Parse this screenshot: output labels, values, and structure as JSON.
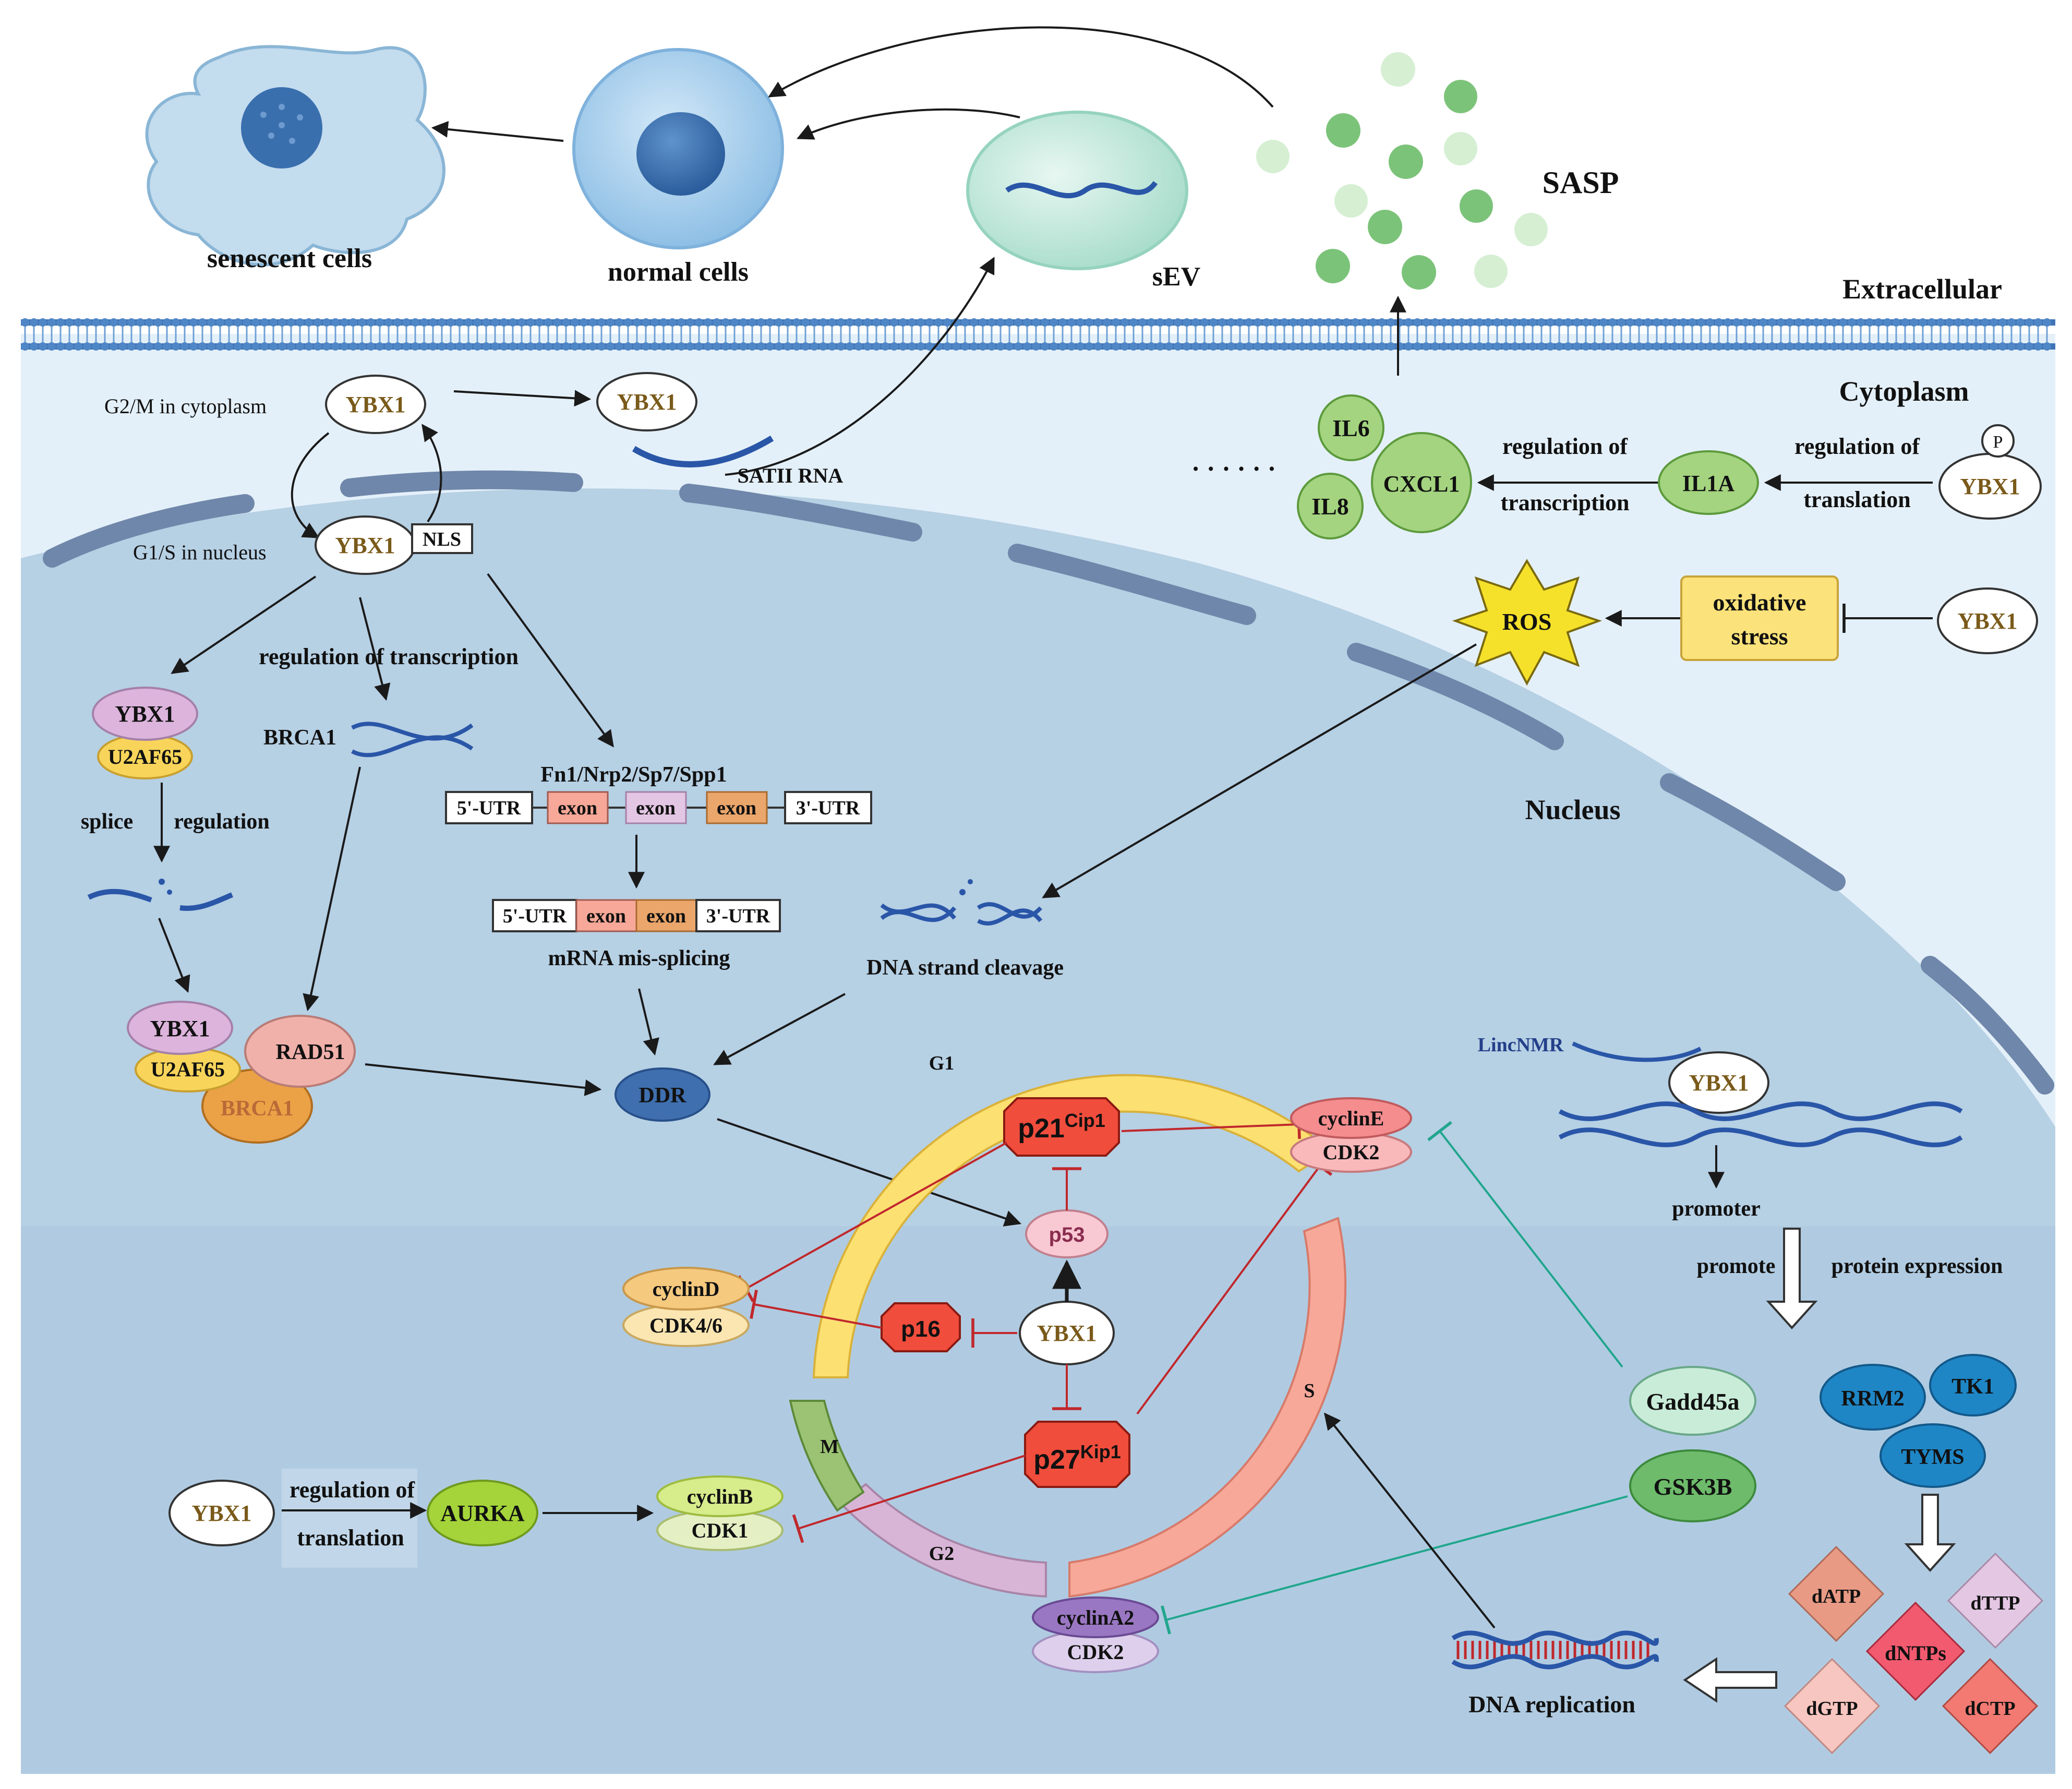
{
  "regions": {
    "extracellular": "Extracellular",
    "cytoplasm": "Cytoplasm",
    "nucleus": "Nucleus"
  },
  "cells": {
    "senescent": "senescent cells",
    "normal": "normal cells",
    "sev": "sEV",
    "sasp": "SASP"
  },
  "cytoplasm": {
    "g2m_label": "G2/M in cytoplasm",
    "ybx1": "YBX1",
    "ybx1_sev": "YBX1",
    "satii": "SATII RNA",
    "il6": "IL6",
    "il8": "IL8",
    "cxcl1": "CXCL1",
    "il1a": "IL1A",
    "dots": "· · · · · ·",
    "reg_transcription_1": "regulation of",
    "reg_transcription_2": "transcription",
    "reg_translation_1": "regulation of",
    "reg_translation_2": "translation",
    "ybx1_p": "YBX1",
    "p_badge": "P",
    "ros": "ROS",
    "oxidative_1": "oxidative",
    "oxidative_2": "stress",
    "ybx1_ox": "YBX1"
  },
  "nucleus": {
    "g1s_label": "G1/S in nucleus",
    "ybx1": "YBX1",
    "nls": "NLS",
    "reg_transcription": "regulation of transcription",
    "ybx1_splice": "YBX1",
    "u2af65": "U2AF65",
    "splice": "splice",
    "regulation": "regulation",
    "brca1_label": "BRCA1",
    "genes": "Fn1/Nrp2/Sp7/Spp1",
    "utr5": "5'-UTR",
    "exon1": "exon",
    "exon2": "exon",
    "exon3": "exon",
    "utr3": "3'-UTR",
    "utr5b": "5'-UTR",
    "exon4": "exon",
    "exon5": "exon",
    "utr3b": "3'-UTR",
    "missplicing": "mRNA mis-splicing",
    "dna_cleavage": "DNA strand cleavage",
    "complex_ybx1": "YBX1",
    "complex_u2af65": "U2AF65",
    "complex_rad51": "RAD51",
    "complex_brca1": "BRCA1",
    "ddr": "DDR"
  },
  "cycle": {
    "g1": "G1",
    "s": "S",
    "g2": "G2",
    "m": "M",
    "p21": "p21",
    "p21_sup": "Cip1",
    "p27": "p27",
    "p27_sup": "Kip1",
    "p53": "p53",
    "p16": "p16",
    "ybx1": "YBX1",
    "cyclinE": "cyclinE",
    "cdk2_e": "CDK2",
    "cyclinD": "cyclinD",
    "cdk46": "CDK4/6",
    "cyclinB": "cyclinB",
    "cdk1": "CDK1",
    "cyclinA2": "cyclinA2",
    "cdk2_a": "CDK2",
    "ybx1_aurka": "YBX1",
    "reg_translation_1": "regulation of",
    "reg_translation_2": "translation",
    "aurka": "AURKA"
  },
  "right": {
    "lincnmr": "LincNMR",
    "ybx1": "YBX1",
    "promoter": "promoter",
    "promote": "promote",
    "protein_expression": "protein expression",
    "gadd45a": "Gadd45a",
    "gsk3b": "GSK3B",
    "rrm2": "RRM2",
    "tk1": "TK1",
    "tyms": "TYMS",
    "datp": "dATP",
    "dttp": "dTTP",
    "dntps": "dNTPs",
    "dgtp": "dGTP",
    "dctp": "dCTP",
    "dna_replication": "DNA replication"
  },
  "colors": {
    "extracellular_bg": "#ffffff",
    "cytoplasm_bg": "#e4f0f9",
    "nucleus_bg": "#b6d0e4",
    "envelope": "#6f87aa",
    "membrane": "#3f74b6",
    "ybx1_text": "#7a5a1a",
    "green_node": "#a4d47f",
    "inhibit_red": "#c0282c",
    "inhibit_teal": "#21a68d",
    "g1_arc": "#fde072",
    "s_arc": "#f7a898",
    "g2_arc": "#d8b5d6",
    "m_arc": "#9cc373"
  }
}
